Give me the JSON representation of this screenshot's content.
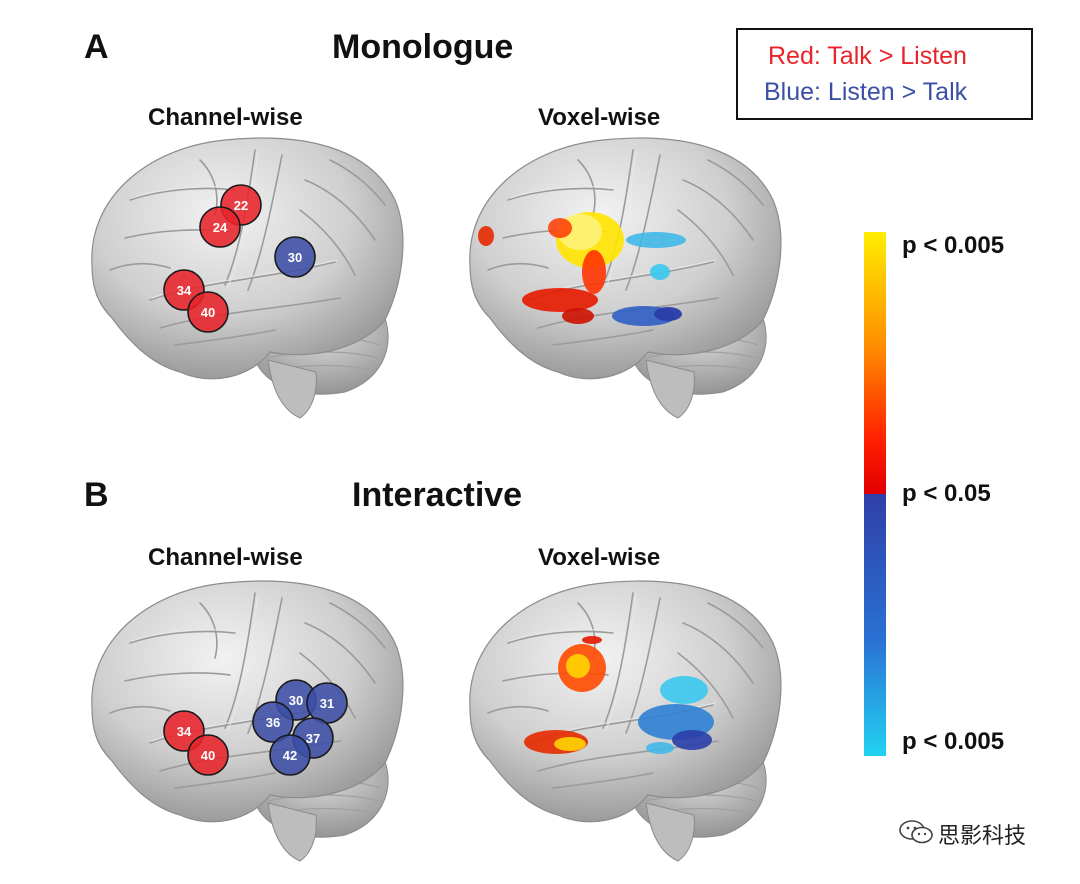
{
  "panels": [
    {
      "letter": "A",
      "title": "Monologue",
      "left_label": "Channel-wise",
      "right_label": "Voxel-wise",
      "channels": [
        {
          "id": "22",
          "color": "red"
        },
        {
          "id": "24",
          "color": "red"
        },
        {
          "id": "30",
          "color": "blue"
        },
        {
          "id": "34",
          "color": "red"
        },
        {
          "id": "40",
          "color": "red"
        }
      ]
    },
    {
      "letter": "B",
      "title": "Interactive",
      "left_label": "Channel-wise",
      "right_label": "Voxel-wise",
      "channels": [
        {
          "id": "30",
          "color": "blue"
        },
        {
          "id": "31",
          "color": "blue"
        },
        {
          "id": "36",
          "color": "blue"
        },
        {
          "id": "37",
          "color": "blue"
        },
        {
          "id": "42",
          "color": "blue"
        },
        {
          "id": "34",
          "color": "red"
        },
        {
          "id": "40",
          "color": "red"
        }
      ]
    }
  ],
  "legend": {
    "red_text": "Red: Talk > Listen",
    "blue_text": "Blue: Listen > Talk",
    "red_color": "#e8232a",
    "blue_color": "#3c4fa6"
  },
  "colorbar": {
    "top_label": "p < 0.005",
    "mid_label": "p < 0.05",
    "bottom_label": "p < 0.005",
    "colors": [
      "#ffee00",
      "#ff8c00",
      "#ff1e00",
      "#e00000",
      "#2f3fa8",
      "#2a72d4",
      "#22d2f2"
    ]
  },
  "watermark": {
    "text": "思影科技",
    "icon": "wechat-icon"
  }
}
